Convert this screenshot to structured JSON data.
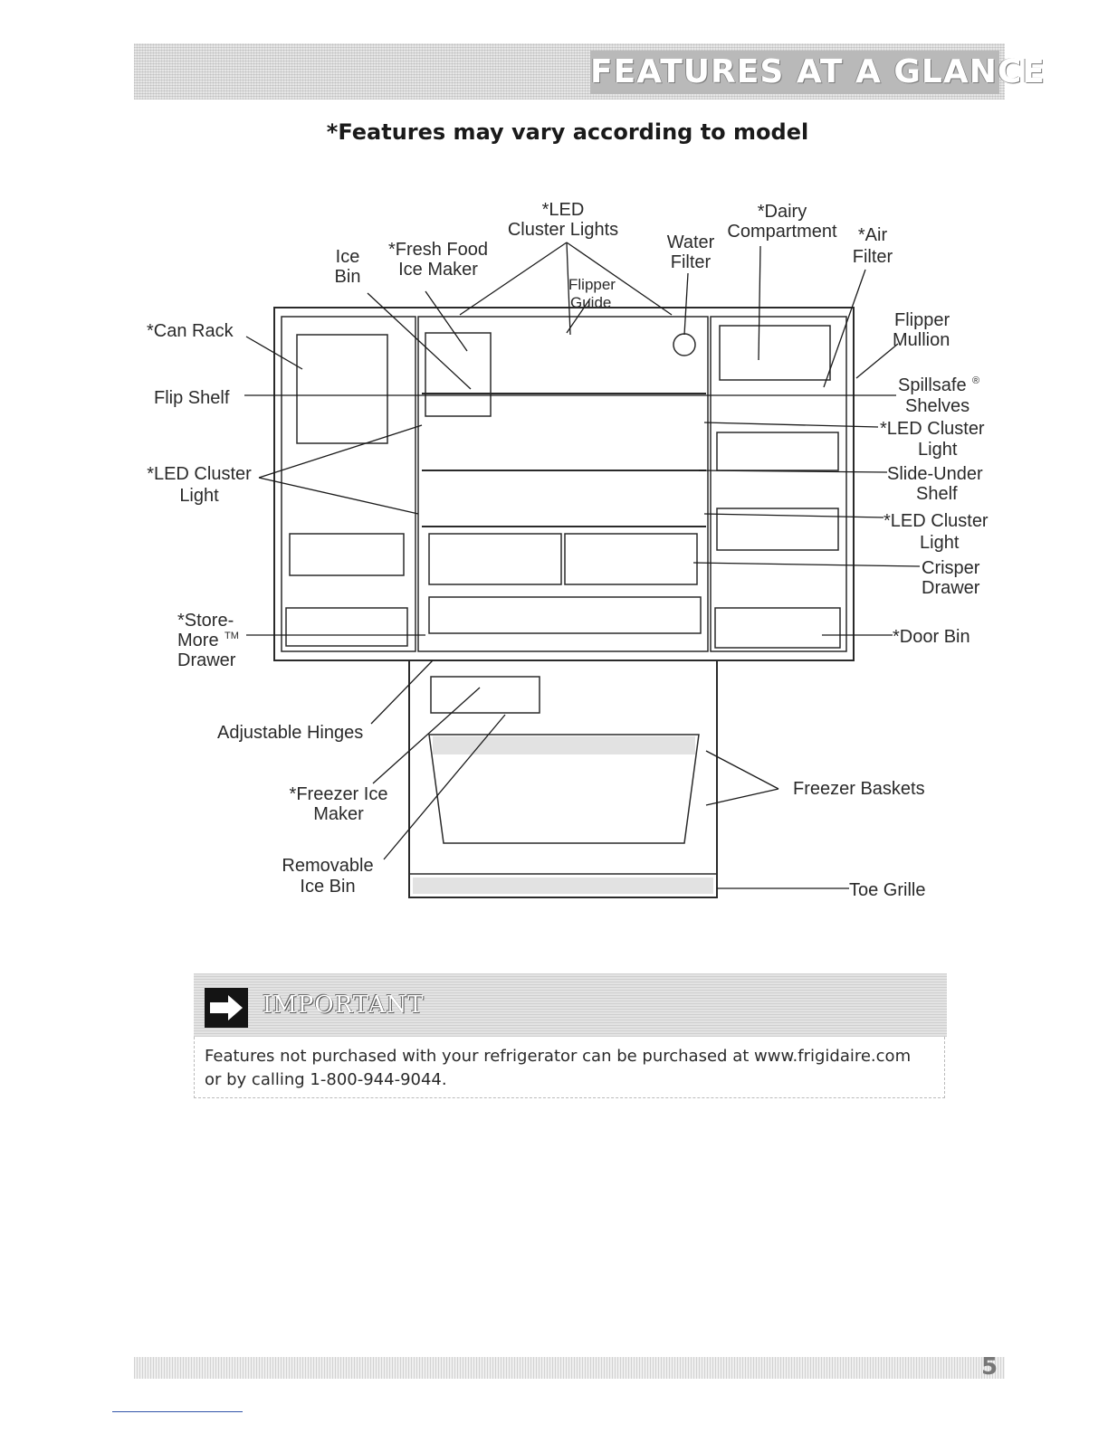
{
  "header": {
    "title": "FEATURES AT A GLANCE"
  },
  "subtitle": "*Features may vary according to model",
  "diagram": {
    "labels": {
      "led_cluster_lights_1": "*LED",
      "led_cluster_lights_2": "Cluster Lights",
      "dairy_1": "*Dairy",
      "dairy_2": "Compartment",
      "water_filter_1": "Water",
      "water_filter_2": "Filter",
      "air_filter_1": "*Air",
      "air_filter_2": "Filter",
      "ice_bin_1": "Ice",
      "ice_bin_2": "Bin",
      "fresh_food_ice_maker_1": "*Fresh Food",
      "fresh_food_ice_maker_2": "Ice Maker",
      "flipper_guide_1": "Flipper",
      "flipper_guide_2": "Guide",
      "can_rack": "*Can Rack",
      "flip_shelf": "Flip Shelf",
      "led_cluster_light_left_1": "*LED Cluster",
      "led_cluster_light_left_2": "Light",
      "store_more_1": "*Store-",
      "store_more_2": "More",
      "store_more_tm": "TM",
      "store_more_3": "Drawer",
      "flipper_mullion_1": "Flipper",
      "flipper_mullion_2": "Mullion",
      "spillsafe_1": "Spillsafe",
      "spillsafe_reg": "®",
      "spillsafe_2": "Shelves",
      "led_cluster_light_r1_1": "*LED Cluster",
      "led_cluster_light_r1_2": "Light",
      "slide_under_1": "Slide-Under",
      "slide_under_2": "Shelf",
      "led_cluster_light_r2_1": "*LED Cluster",
      "led_cluster_light_r2_2": "Light",
      "crisper_1": "Crisper",
      "crisper_2": "Drawer",
      "door_bin": "*Door Bin",
      "adjustable_hinges": "Adjustable Hinges",
      "freezer_ice_maker_1": "*Freezer Ice",
      "freezer_ice_maker_2": "Maker",
      "removable_ice_bin_1": "Removable",
      "removable_ice_bin_2": "Ice Bin",
      "freezer_baskets": "Freezer Baskets",
      "toe_grille": "Toe Grille"
    }
  },
  "important": {
    "title": "IMPORTANT",
    "line1": "Features not purchased with your refrigerator can be purchased at www.frigidaire.com",
    "line2": "or by calling 1-800-944-9044."
  },
  "footer": {
    "page_number": "5"
  }
}
